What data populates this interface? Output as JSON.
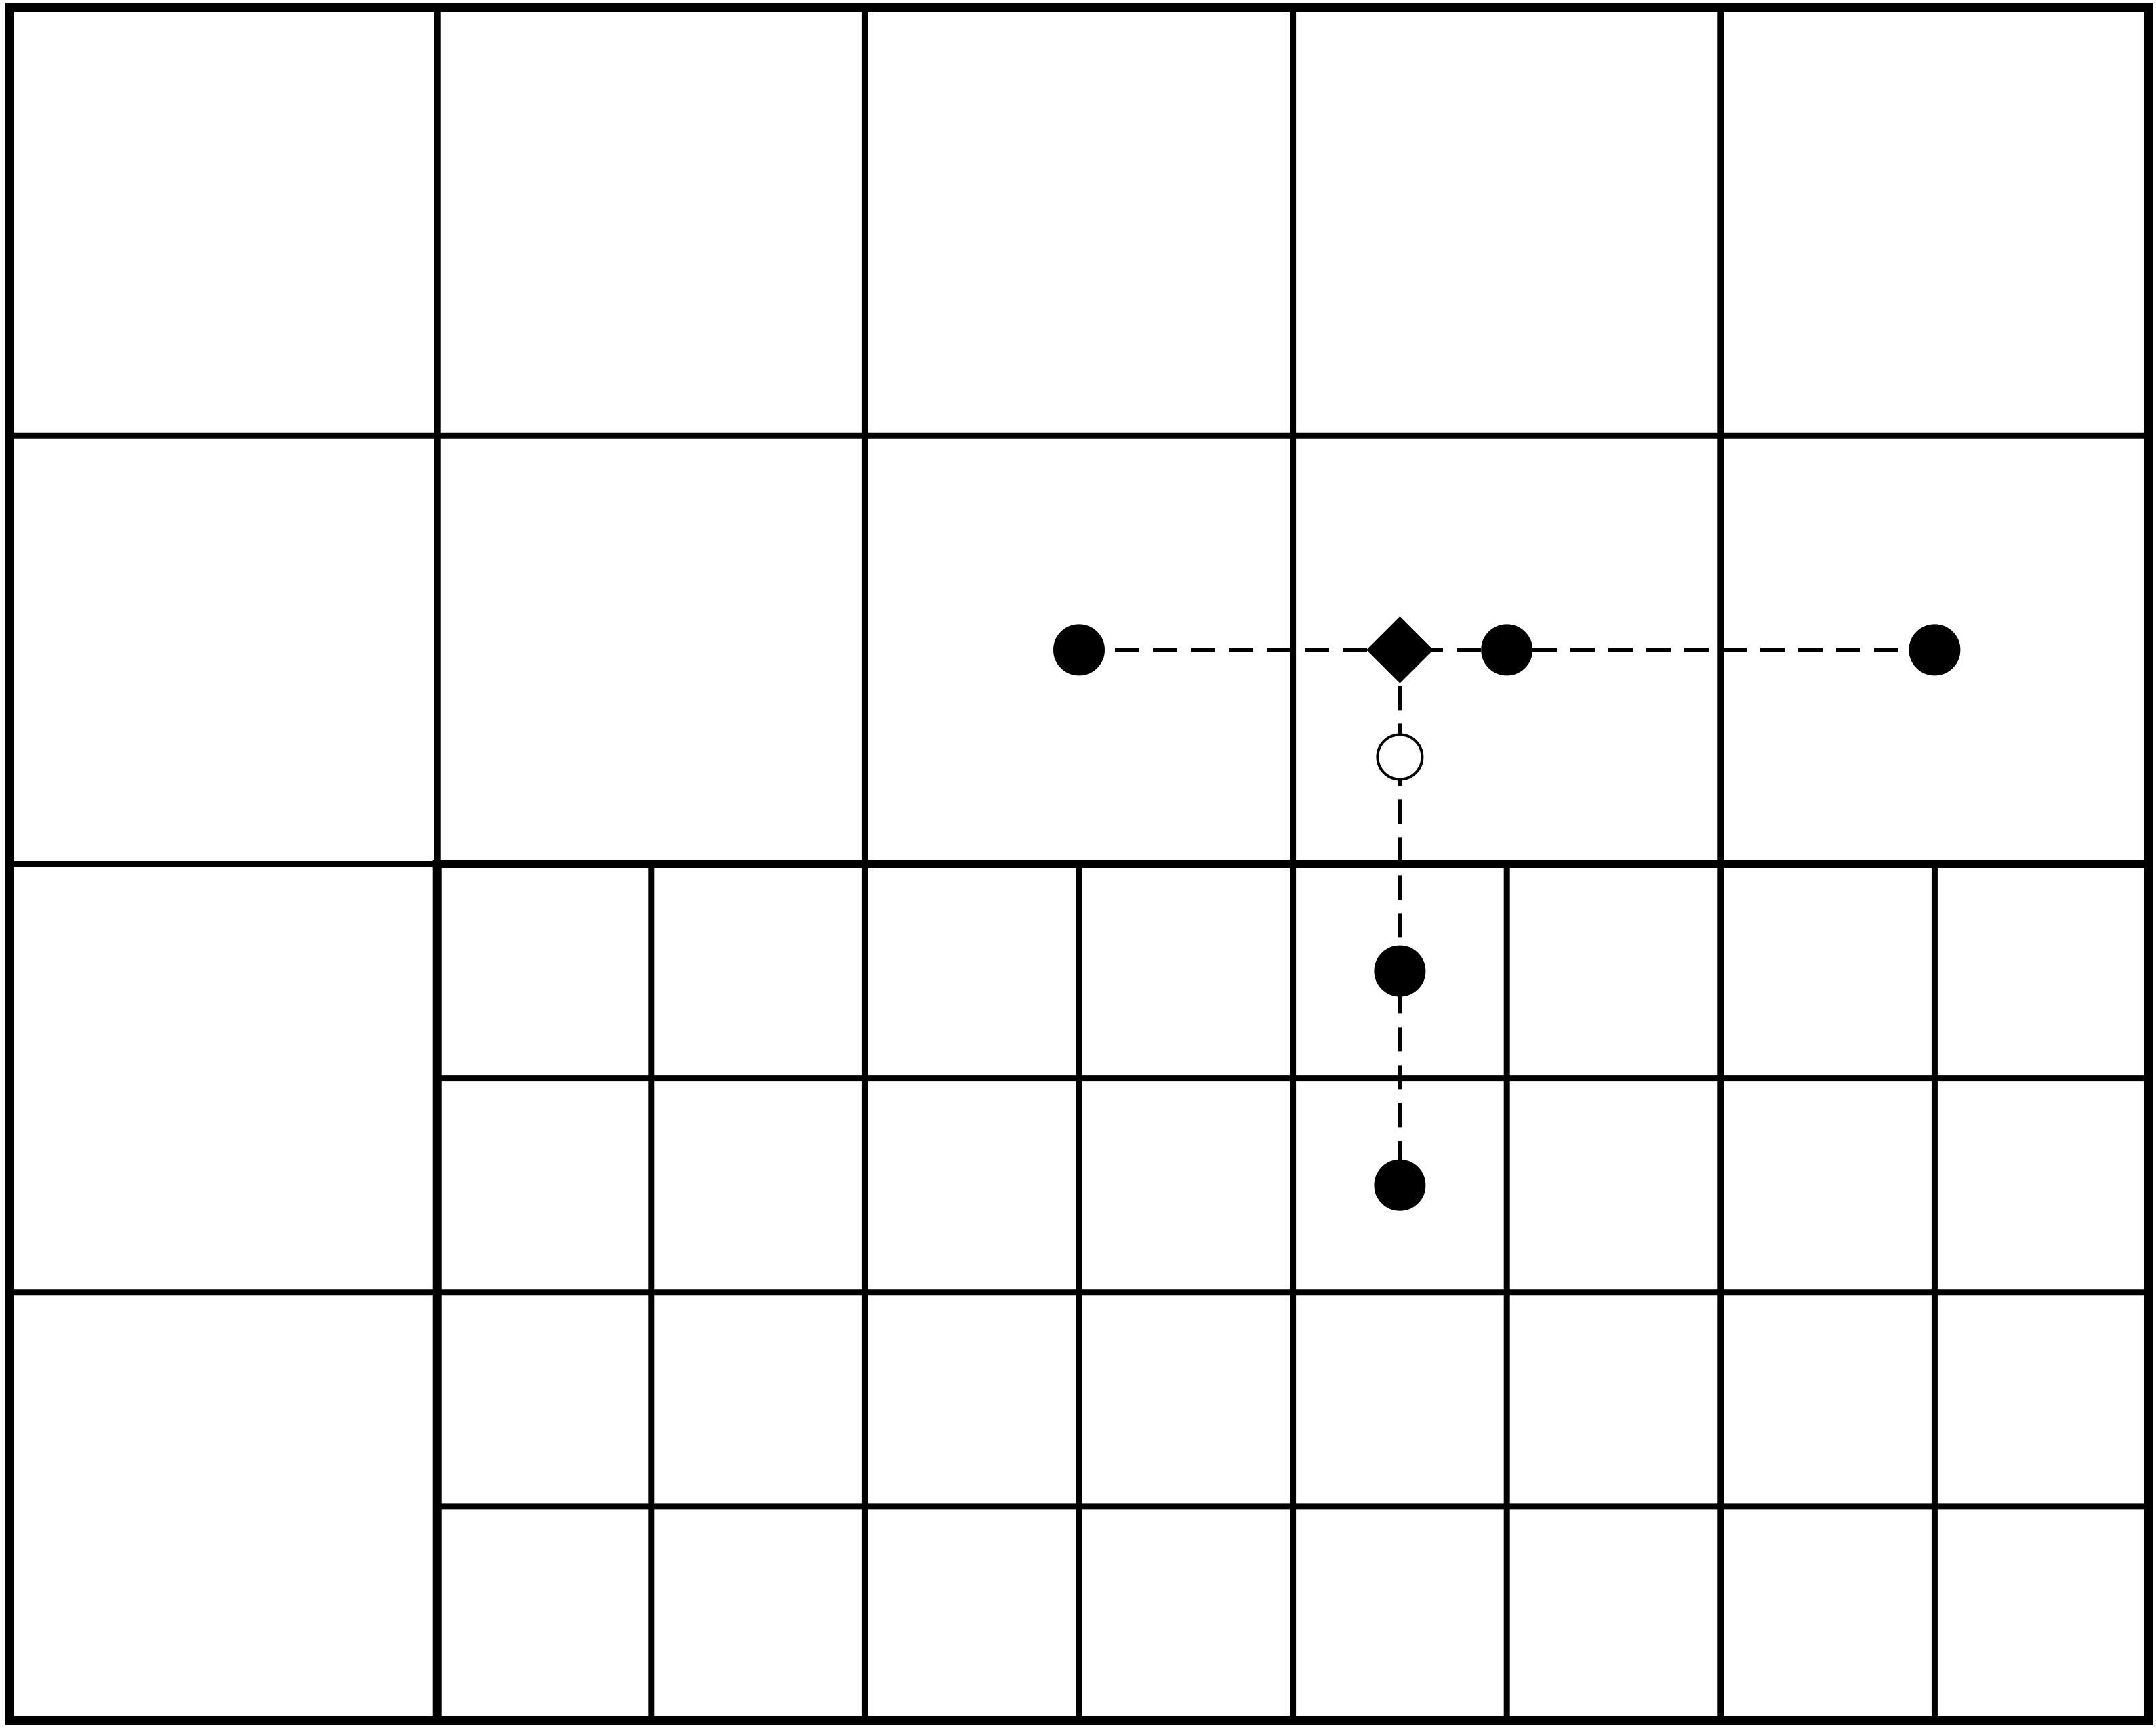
{
  "diagram": {
    "type": "adaptive-mesh-refinement-stencil",
    "colors": {
      "background": "#ffffff",
      "lines": "#000000",
      "points": "#000000",
      "ghost_point_fill": "#ffffff"
    },
    "coarse_grid": {
      "columns": 5,
      "rows": 4
    },
    "fine_patch": {
      "refinement_ratio": 2,
      "covers_coarse_columns": [
        1,
        5
      ],
      "covers_coarse_rows": [
        2,
        4
      ]
    },
    "stencil": {
      "center_marker": "diamond",
      "horizontal_points": [
        "filled-circle",
        "filled-circle",
        "filled-circle"
      ],
      "vertical_points": [
        "open-circle",
        "filled-circle",
        "filled-circle"
      ],
      "connector_style": "dashed"
    }
  }
}
